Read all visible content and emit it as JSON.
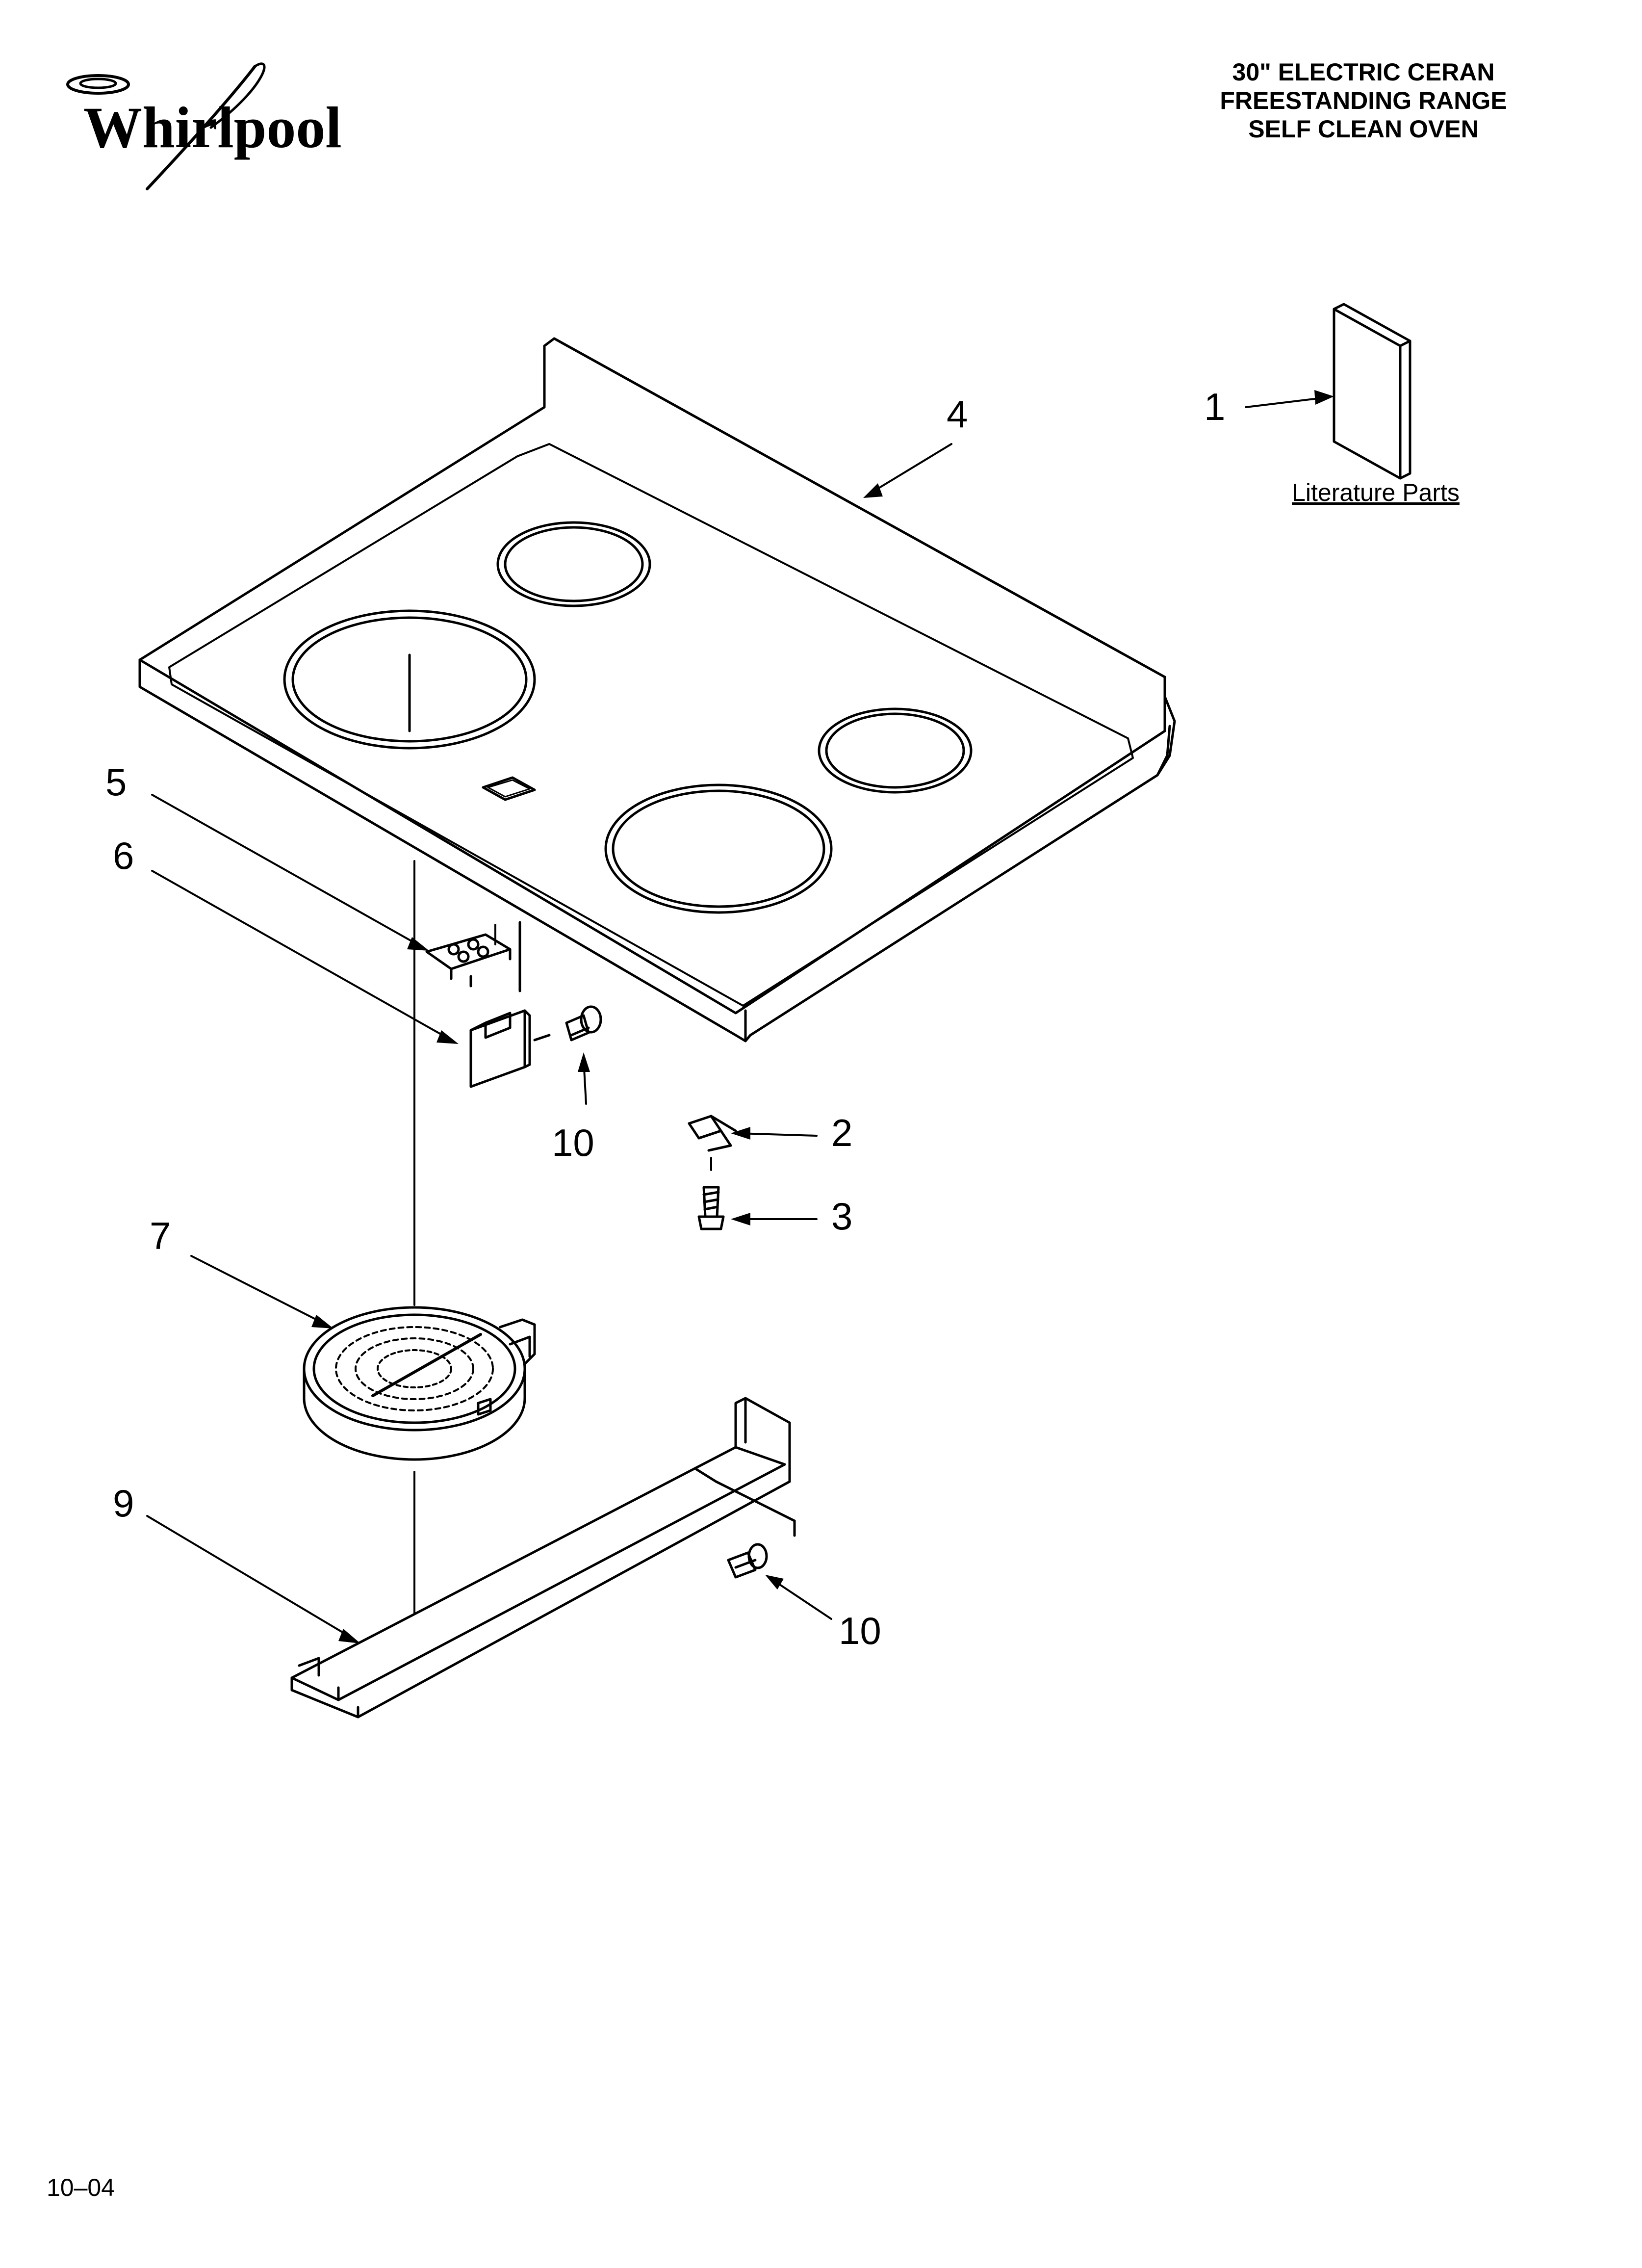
{
  "brand": {
    "logo_text": "Whirlpool"
  },
  "title": {
    "line1": "30\" ELECTRIC CERAN",
    "line2": "FREESTANDING RANGE",
    "line3": "SELF CLEAN OVEN"
  },
  "literature_label": "Literature Parts",
  "callouts": {
    "c1": "1",
    "c2": "2",
    "c3": "3",
    "c4": "4",
    "c5": "5",
    "c6": "6",
    "c7": "7",
    "c9": "9",
    "c10a": "10",
    "c10b": "10"
  },
  "footer": {
    "date_code": "10–04"
  },
  "colors": {
    "line": "#000000",
    "background": "#ffffff"
  }
}
